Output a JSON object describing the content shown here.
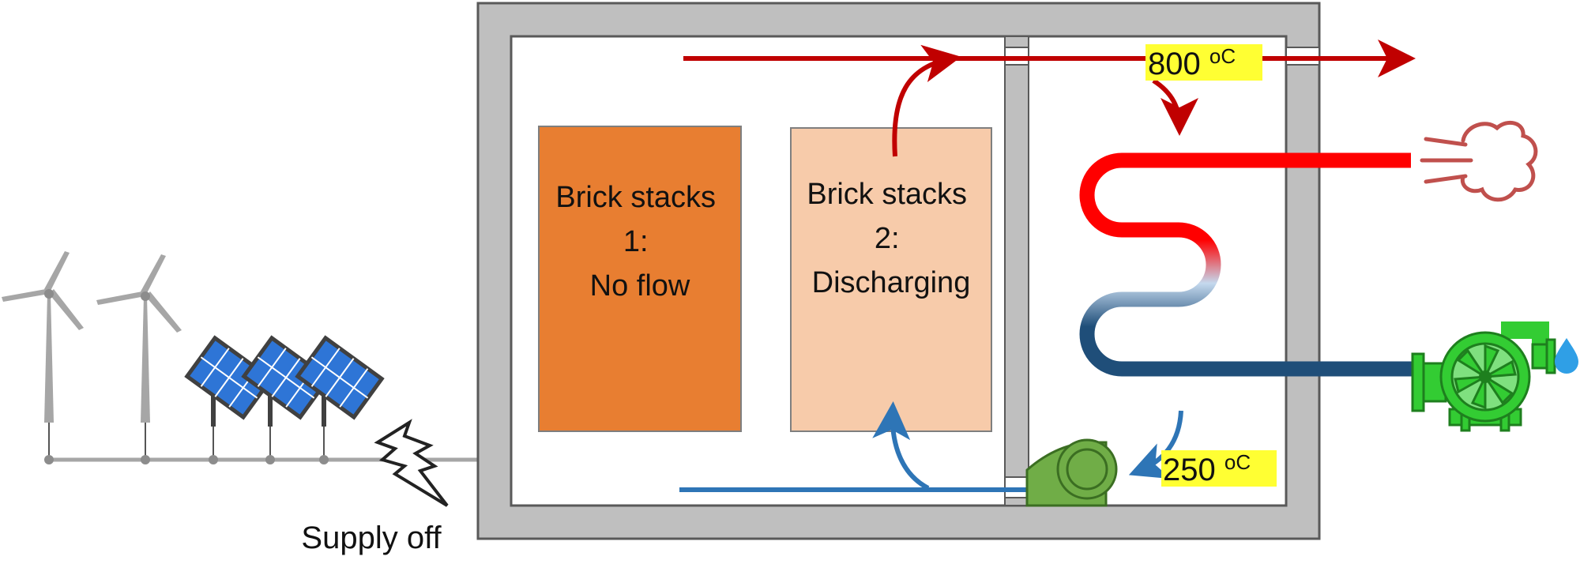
{
  "stack1": {
    "lines": [
      "Brick stacks",
      "1:",
      "No flow"
    ],
    "fill": "#E87E31"
  },
  "stack2": {
    "lines": [
      "Brick stacks",
      "2:",
      "Discharging"
    ],
    "fill": "#F7CBAA"
  },
  "temps": {
    "hot": "800",
    "hot_unit": "oC",
    "cold": "250",
    "cold_unit": "oC",
    "highlight": "#FFFF33"
  },
  "supply_label": "Supply off",
  "colors": {
    "hot_air": "#C00000",
    "cold_air": "#2E75B6",
    "wall": "#BFBFBF",
    "tube_hot": "#FF0000",
    "tube_cold": "#1F4E79",
    "fan": "#70AD47",
    "pump": "#33CC33",
    "solar": "#2E75D6",
    "turbine": "#A6A6A6"
  },
  "icons": [
    "wind-turbine-icon",
    "solar-panel-icon",
    "lightning-icon",
    "fan-blower-icon",
    "water-pump-icon",
    "steam-icon",
    "water-drop-icon"
  ]
}
